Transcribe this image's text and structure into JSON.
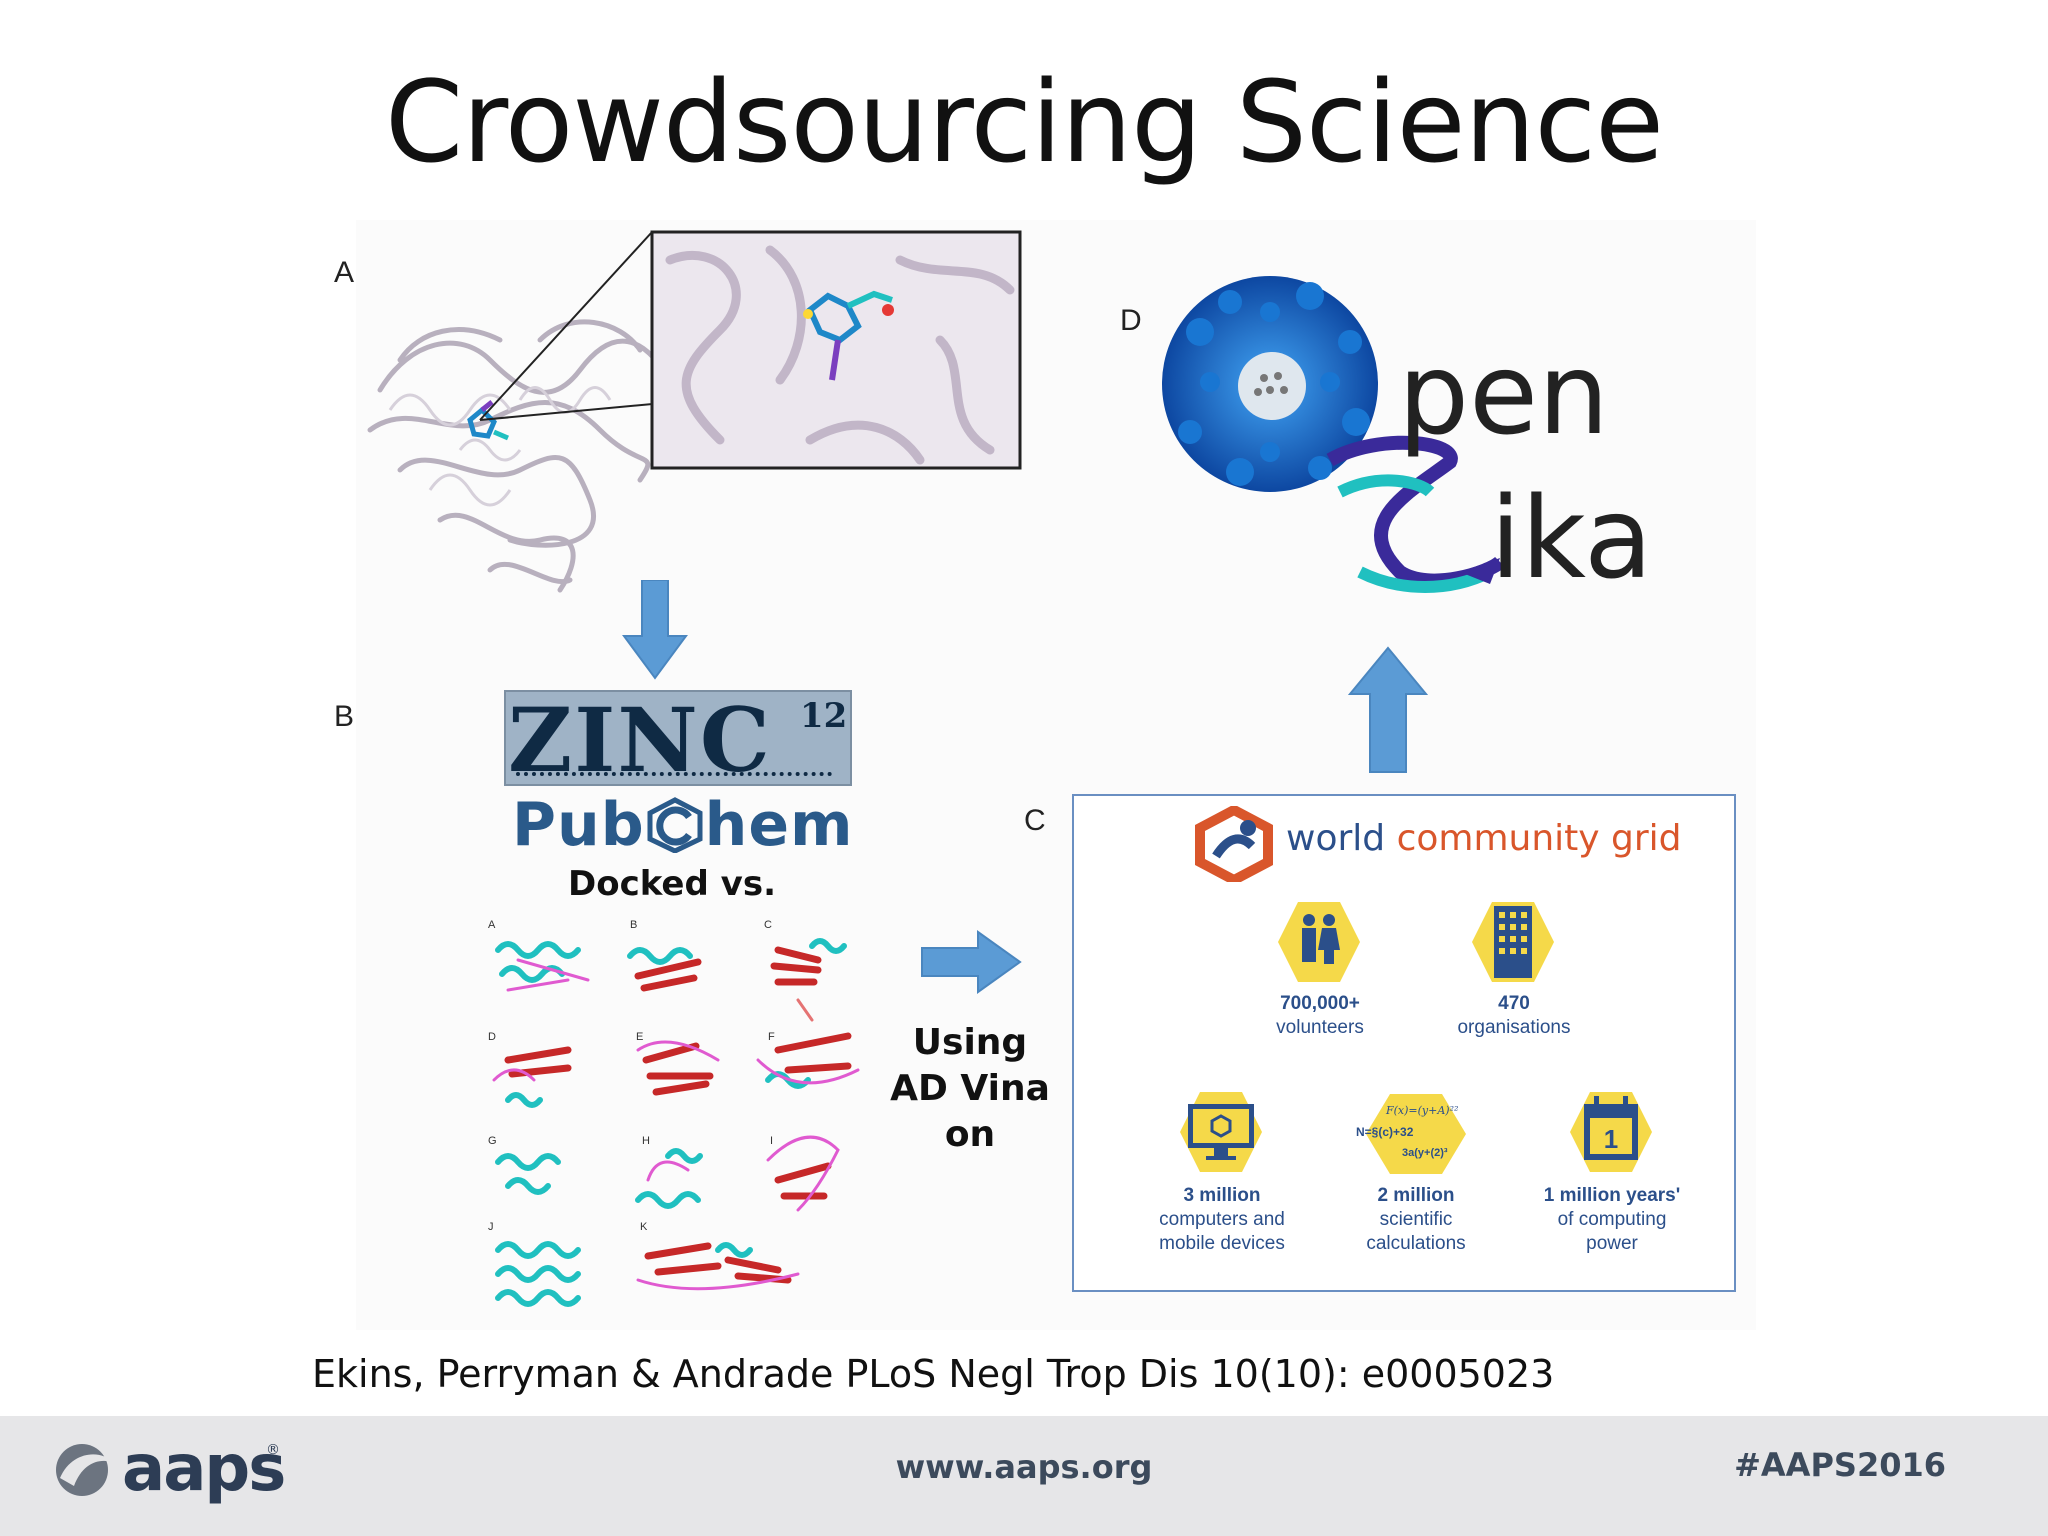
{
  "title": "Crowdsourcing Science",
  "panels": {
    "a": "A",
    "b": "B",
    "c": "C",
    "d": "D"
  },
  "zinc": {
    "name": "ZINC",
    "version": "12"
  },
  "pubchem": {
    "pub": "Pub",
    "hem": "hem"
  },
  "docked_label": "Docked vs.",
  "protein_grid_letters": [
    "A",
    "B",
    "C",
    "D",
    "E",
    "F",
    "G",
    "H",
    "I",
    "J",
    "K"
  ],
  "vina_lines": [
    "Using",
    "AD Vina",
    "on"
  ],
  "wcg": {
    "name_world": "world",
    "name_community_grid": "community grid",
    "stats": [
      {
        "value": "700,000+",
        "label_lines": [
          "volunteers"
        ],
        "icon": "people-icon"
      },
      {
        "value": "470",
        "label_lines": [
          "organisations"
        ],
        "icon": "building-icon"
      },
      {
        "value": "3 million",
        "label_lines": [
          "computers and",
          "mobile devices"
        ],
        "icon": "monitor-icon"
      },
      {
        "value": "2 million",
        "label_lines": [
          "scientific",
          "calculations"
        ],
        "icon": "formula-icon"
      },
      {
        "value": "1 million years'",
        "label_lines": [
          "of computing",
          "power"
        ],
        "icon": "calendar-icon"
      }
    ],
    "formula_lines": [
      "F(x)=(y+A)²²",
      "N=§(c)+32",
      "3a(y+(2)³"
    ],
    "calendar_day": "1"
  },
  "openzika": {
    "line1": "pen",
    "line2": "ika"
  },
  "citation": "Ekins, Perryman & Andrade PLoS Negl Trop Dis 10(10): e0005023",
  "footer": {
    "logo": "aaps",
    "reg": "®",
    "url": "www.aaps.org",
    "hashtag": "#AAPS2016"
  },
  "colors": {
    "arrow": "#5b9bd5",
    "wcg_orange": "#d9562b",
    "wcg_blue": "#2b4f8a",
    "hex_yellow": "#f5d949",
    "virus_blue": "#1565c0"
  }
}
